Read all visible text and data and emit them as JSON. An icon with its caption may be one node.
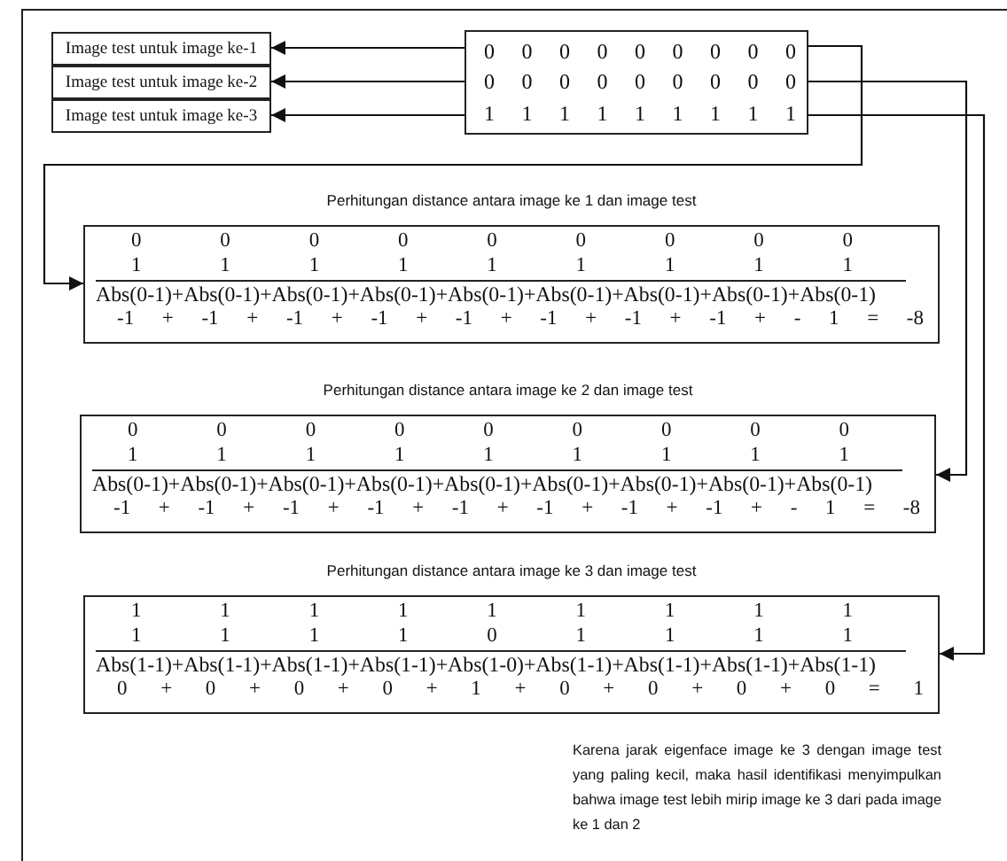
{
  "diagram": {
    "nodes": [
      {
        "text": [
          "Image test untuk image ke-1"
        ]
      },
      {
        "text": [
          "Image test untuk image ke-2"
        ]
      },
      {
        "text": [
          "Image test untuk image ke-3"
        ]
      },
      {
        "text": [
          "0 0 0 0 0 0 0 0 0",
          "0 0 0 0 0 0 0 0 0",
          "1 1 1 1 1 1 1 1 1"
        ]
      },
      {
        "text": [
          "Perhitungan distance antara image ke 1 dan image test",
          "0 0 0 0 0 0 0 0 0",
          "1 1 1 1 1 1 1 1 1",
          "Abs(0-1)+Abs(0-1)+Abs(0-1)+Abs(0-1)+Abs(0-1)+Abs(0-1)+Abs(0-1)+Abs(0-1)+Abs(0-1)",
          "-1 + -1 + -1 + -1 + -1 + -1 + -1 + -1 + - 1 = -8"
        ]
      },
      {
        "text": [
          "Perhitungan distance antara image ke 2 dan image test",
          "0 0 0 0 0 0 0 0 0",
          "1 1 1 1 1 1 1 1 1",
          "Abs(0-1)+Abs(0-1)+Abs(0-1)+Abs(0-1)+Abs(0-1)+Abs(0-1)+Abs(0-1)+Abs(0-1)+Abs(0-1)",
          "-1 + -1 + -1 + -1 + -1 + -1 + -1 + -1 + - 1 = -8"
        ]
      },
      {
        "text": [
          "Perhitungan distance antara image ke 3 dan image test",
          "1 1 1 1 1 1 1 1 1",
          "1 1 1 1 0 1 1 1 1",
          "Abs(1-1)+Abs(1-1)+Abs(1-1)+Abs(1-1)+Abs(1-0)+Abs(1-1)+Abs(1-1)+Abs(1-1)+Abs(1-1)",
          "0 + 0 + 0 + 0 + 1 + 0 + 0 + 0 + 0 = 1"
        ]
      }
    ],
    "edges": [
      {
        "from": 3,
        "to": 0,
        "arrow": "to"
      },
      {
        "from": 3,
        "to": 1,
        "arrow": "to"
      },
      {
        "from": 3,
        "to": 2,
        "arrow": "to"
      },
      {
        "from": 3,
        "to": 4,
        "arrow": "to"
      },
      {
        "from": 3,
        "to": 5,
        "arrow": "to"
      },
      {
        "from": 3,
        "to": 6,
        "arrow": "to"
      }
    ],
    "labels": [
      "Karena jarak eigenface image ke 3 dengan image test yang paling kecil, maka hasil identifikasi menyimpulkan bahwa image test lebih mirip image ke 3 dari pada image ke 1 dan 2"
    ]
  }
}
